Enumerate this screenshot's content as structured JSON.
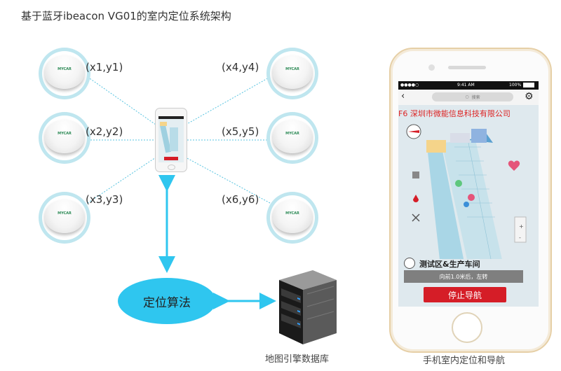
{
  "title": "基于蓝牙ibeacon VG01的室内定位系统架构",
  "beacons": {
    "logo": "MYCAR",
    "coords": [
      "(x1,y1)",
      "(x2,y2)",
      "(x3,y3)",
      "(x4,y4)",
      "(x5,y5)",
      "(x6,y6)"
    ]
  },
  "algorithm_label": "定位算法",
  "database_label": "地图引擎数据库",
  "phone_caption": "手机室内定位和导航",
  "app": {
    "status_time": "9:41 AM",
    "battery": "100%",
    "search_placeholder": "搜索",
    "floor_title": "F6  深圳市微能信息科技有限公司",
    "location_label": "测试区&生产车间",
    "direction_text": "向前1.0米后，左转",
    "stop_button": "停止导航"
  },
  "colors": {
    "accent": "#2fc6ef",
    "line": "#56c3e0",
    "stop": "#d51d27"
  }
}
